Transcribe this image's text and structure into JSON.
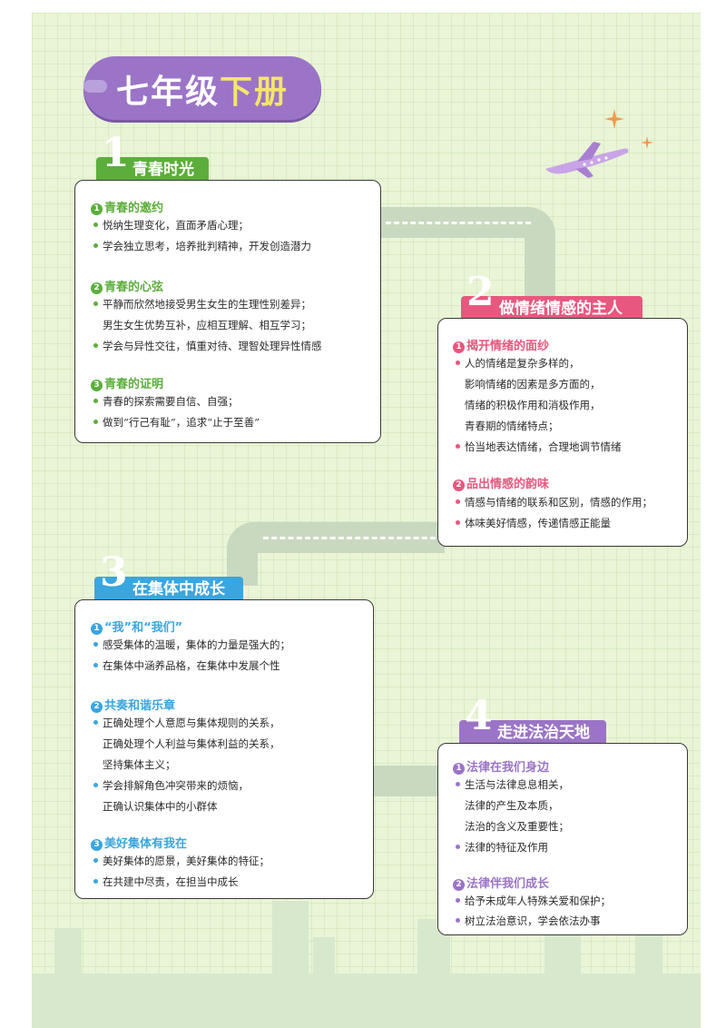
{
  "page_title": {
    "part1": "七年级",
    "part2": "下册"
  },
  "colors": {
    "green": "#5cae3c",
    "pink": "#e8577e",
    "blue": "#3aa6df",
    "purple": "#9b74c7",
    "title_pill": "#9b74c7"
  },
  "units": [
    {
      "number": "1",
      "title": "青春时光",
      "sections": [
        {
          "badge": "1",
          "title": "青春的邀约",
          "lines": [
            {
              "bullet": true,
              "text": "悦纳生理变化，直面矛盾心理；"
            },
            {
              "bullet": true,
              "text": "学会独立思考，培养批判精神，开发创造潜力"
            }
          ]
        },
        {
          "badge": "2",
          "title": "青春的心弦",
          "lines": [
            {
              "bullet": true,
              "text": "平静而欣然地接受男生女生的生理性别差异；"
            },
            {
              "bullet": false,
              "text": "男生女生优势互补，应相互理解、相互学习；"
            },
            {
              "bullet": true,
              "text": "学会与异性交往，慎重对待、理智处理异性情感"
            }
          ]
        },
        {
          "badge": "3",
          "title": "青春的证明",
          "lines": [
            {
              "bullet": true,
              "text": "青春的探索需要自信、自强；"
            },
            {
              "bullet": true,
              "text": "做到“行己有耻”，追求“止于至善”"
            }
          ]
        }
      ]
    },
    {
      "number": "2",
      "title": "做情绪情感的主人",
      "sections": [
        {
          "badge": "1",
          "title": "揭开情绪的面纱",
          "lines": [
            {
              "bullet": true,
              "text": "人的情绪是复杂多样的，"
            },
            {
              "bullet": false,
              "text": "影响情绪的因素是多方面的，"
            },
            {
              "bullet": false,
              "text": "情绪的积极作用和消极作用，"
            },
            {
              "bullet": false,
              "text": "青春期的情绪特点；"
            },
            {
              "bullet": true,
              "text": "恰当地表达情绪，合理地调节情绪"
            }
          ]
        },
        {
          "badge": "2",
          "title": "品出情感的韵味",
          "lines": [
            {
              "bullet": true,
              "text": "情感与情绪的联系和区别，情感的作用；"
            },
            {
              "bullet": true,
              "text": "体味美好情感，传递情感正能量"
            }
          ]
        }
      ]
    },
    {
      "number": "3",
      "title": "在集体中成长",
      "sections": [
        {
          "badge": "1",
          "title": "“我”和“我们”",
          "lines": [
            {
              "bullet": true,
              "text": "感受集体的温暖，集体的力量是强大的；"
            },
            {
              "bullet": true,
              "text": "在集体中涵养品格，在集体中发展个性"
            }
          ]
        },
        {
          "badge": "2",
          "title": "共奏和谐乐章",
          "lines": [
            {
              "bullet": true,
              "text": "正确处理个人意愿与集体规则的关系，"
            },
            {
              "bullet": false,
              "text": "正确处理个人利益与集体利益的关系，"
            },
            {
              "bullet": false,
              "text": "坚持集体主义；"
            },
            {
              "bullet": true,
              "text": "学会排解角色冲突带来的烦恼，"
            },
            {
              "bullet": false,
              "text": "正确认识集体中的小群体"
            }
          ]
        },
        {
          "badge": "3",
          "title": "美好集体有我在",
          "lines": [
            {
              "bullet": true,
              "text": "美好集体的愿景，美好集体的特征；"
            },
            {
              "bullet": true,
              "text": "在共建中尽责，在担当中成长"
            }
          ]
        }
      ]
    },
    {
      "number": "4",
      "title": "走进法治天地",
      "sections": [
        {
          "badge": "1",
          "title": "法律在我们身边",
          "lines": [
            {
              "bullet": true,
              "text": "生活与法律息息相关，"
            },
            {
              "bullet": false,
              "text": "法律的产生及本质，"
            },
            {
              "bullet": false,
              "text": "法治的含义及重要性；"
            },
            {
              "bullet": true,
              "text": "法律的特征及作用"
            }
          ]
        },
        {
          "badge": "2",
          "title": "法律伴我们成长",
          "lines": [
            {
              "bullet": true,
              "text": "给予未成年人特殊关爱和保护；"
            },
            {
              "bullet": true,
              "text": "树立法治意识，学会依法办事"
            }
          ]
        }
      ]
    }
  ]
}
